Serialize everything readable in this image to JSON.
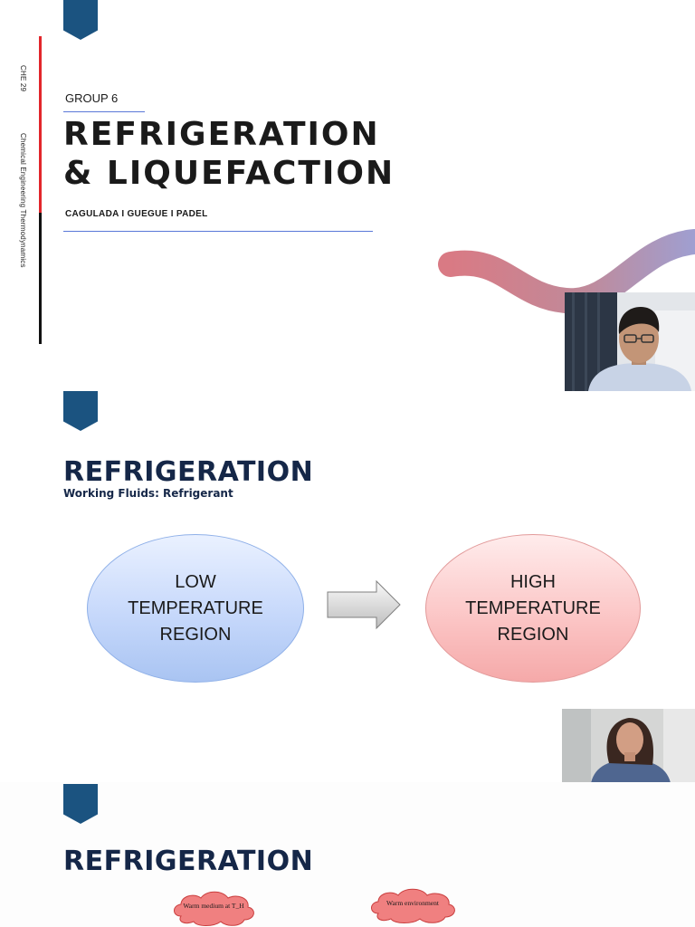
{
  "slide1": {
    "course_code": "CHE 29",
    "course_name": "Chemical Engineering Thermodynamics",
    "group": "GROUP 6",
    "title_line1": "REFRIGERATION",
    "title_line2": "& LIQUEFACTION",
    "members": "CAGULADA I GUEGUE I PADEL",
    "colors": {
      "bookmark": "#1b5380",
      "accent_red": "#e2262b",
      "wave_start": "#d97a84",
      "wave_end": "#9f9fd1"
    }
  },
  "slide2": {
    "title": "REFRIGERATION",
    "subtitle": "Working Fluids: Refrigerant",
    "low_region": "LOW\nTEMPERATURE\nREGION",
    "high_region": "HIGH\nTEMPERATURE\nREGION",
    "colors": {
      "low": "#c6d8fb",
      "high": "#fbc3c3"
    }
  },
  "slide3": {
    "title": "REFRIGERATION",
    "cloud_left": "Warm medium at T_H",
    "cloud_right": "Warm environment"
  },
  "webcams": [
    {
      "participant": "male presenter",
      "icon": "webcam-video-feed"
    },
    {
      "participant": "female presenter",
      "icon": "webcam-video-feed"
    }
  ]
}
